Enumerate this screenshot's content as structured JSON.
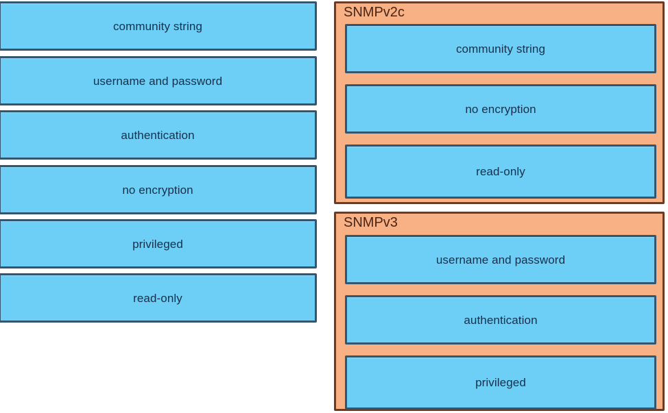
{
  "colors": {
    "tile_fill": "#6DCFF6",
    "tile_border": "#33556E",
    "tile_text": "#15304C",
    "panel_fill": "#F8B184",
    "panel_border": "#6E3A22",
    "panel_label_text": "#4A2414",
    "background": "#FFFFFF"
  },
  "source_pool": {
    "name": "answer-choices",
    "tiles": [
      {
        "label": "community string"
      },
      {
        "label": "username and password"
      },
      {
        "label": "authentication"
      },
      {
        "label": "no encryption"
      },
      {
        "label": "privileged"
      },
      {
        "label": "read-only"
      }
    ]
  },
  "panels": [
    {
      "id": "snmpv2c",
      "label": "SNMPv2c",
      "tiles": [
        {
          "label": "community string"
        },
        {
          "label": "no encryption"
        },
        {
          "label": "read-only"
        }
      ]
    },
    {
      "id": "snmpv3",
      "label": "SNMPv3",
      "tiles": [
        {
          "label": "username and password"
        },
        {
          "label": "authentication"
        },
        {
          "label": "privileged"
        }
      ]
    }
  ]
}
